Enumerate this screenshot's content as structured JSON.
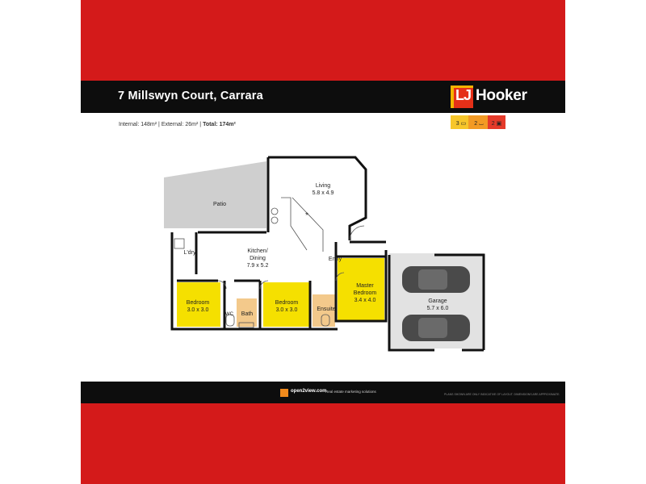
{
  "address": "7 Millswyn Court, Carrara",
  "brand": {
    "lj": "LJ",
    "name": "Hooker"
  },
  "area": {
    "internal": "Internal: 148m²",
    "external": "External:   26m²",
    "total_label": "Total:",
    "total": "174m²"
  },
  "features": {
    "bedrooms": "3",
    "bathrooms": "2",
    "cars": "2"
  },
  "rooms": {
    "patio": "Patio",
    "living": {
      "name": "Living",
      "size": "5.8 x 4.9"
    },
    "kitchen": {
      "name": "Kitchen/",
      "name2": "Dining",
      "size": "7.9 x 5.2"
    },
    "laundry": "L'dry",
    "entry": "Entry",
    "bed1": {
      "name": "Bedroom",
      "size": "3.0 x 3.0"
    },
    "bed2": {
      "name": "Bedroom",
      "size": "3.0 x 3.0"
    },
    "master": {
      "name": "Master",
      "name2": "Bedroom",
      "size": "3.4 x 4.0"
    },
    "wc": "WC",
    "bath": "Bath",
    "ensuite": "Ensuite",
    "garage": {
      "name": "Garage",
      "size": "5.7 x 6.0"
    }
  },
  "footer": {
    "brand": "open2view.com",
    "tagline": "Real estate marketing solutions",
    "disclaimer": "PLANS SHOWN ARE ONLY INDICATIVE OF LAYOUT. DIMENSIONS ARE APPROXIMATE."
  },
  "colors": {
    "red": "#d41a1a",
    "black": "#0d0d0d",
    "bedroom": "#f5e000",
    "wet": "#f3c98b",
    "gold": "#f5b400"
  }
}
